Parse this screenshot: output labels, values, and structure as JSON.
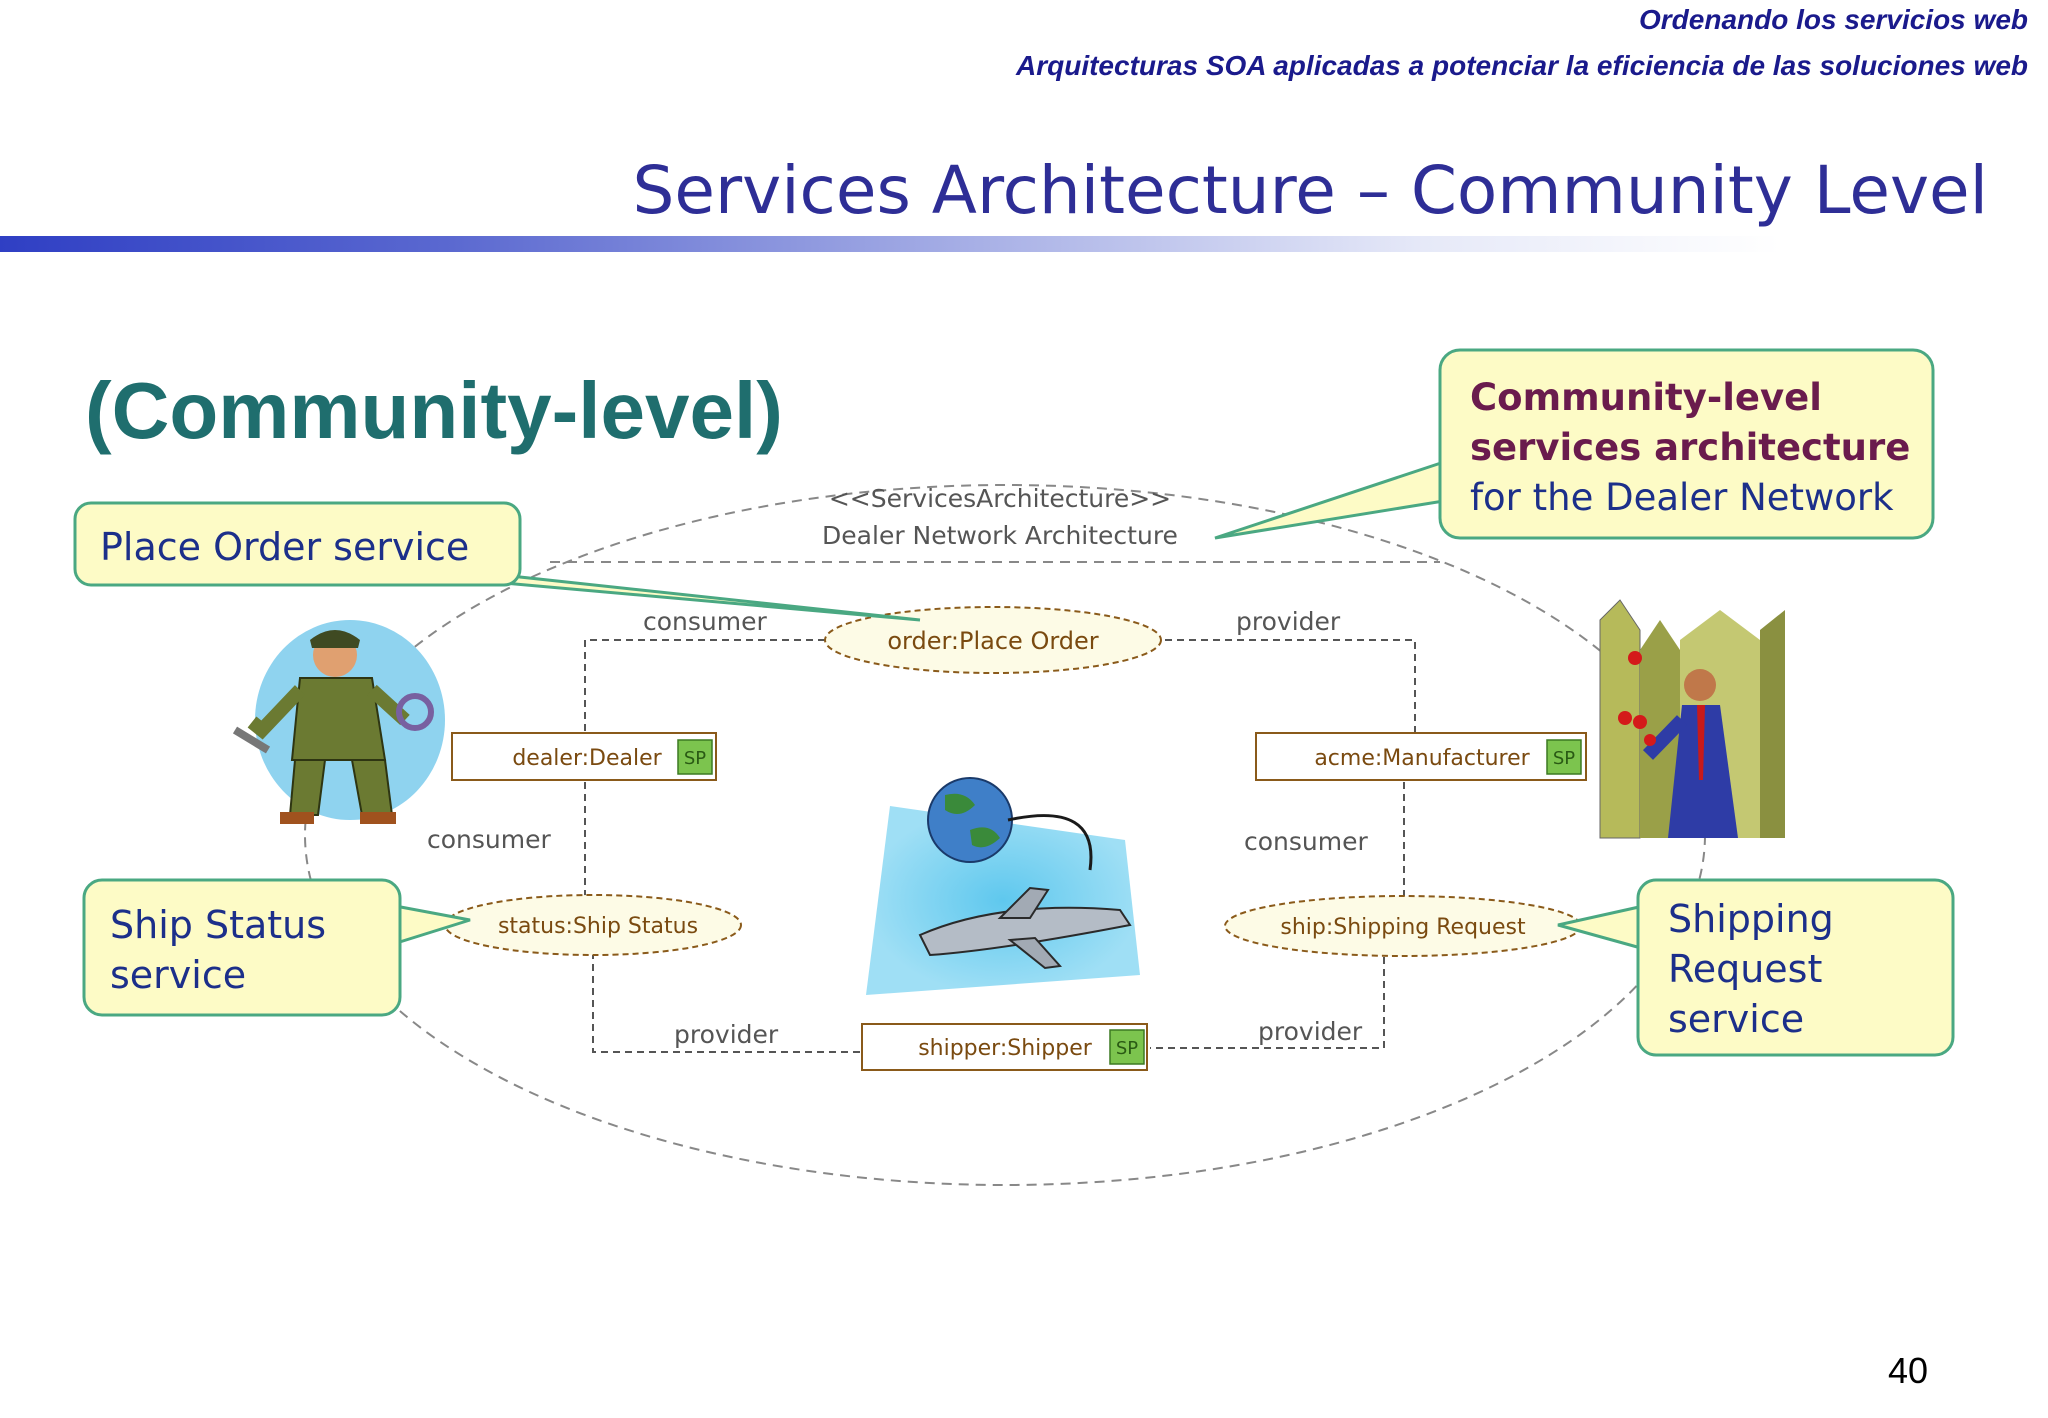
{
  "header": {
    "line1": "Ordenando los servicios web",
    "line2": "Arquitecturas SOA aplicadas a potenciar la eficiencia de las soluciones web"
  },
  "title": "Services Architecture – Community Level",
  "page_number": "40",
  "diagram": {
    "heading": "(Community-level)",
    "stereotype": "<<ServicesArchitecture>>",
    "architecture_name": "Dealer Network Architecture",
    "collaborations": {
      "order": "order:Place Order",
      "status": "status:Ship Status",
      "ship": "ship:Shipping Request"
    },
    "parts": {
      "dealer": "dealer:Dealer",
      "manufacturer": "acme:Manufacturer",
      "shipper": "shipper:Shipper",
      "badge": "SP"
    },
    "roles": {
      "order_consumer": "consumer",
      "order_provider": "provider",
      "status_consumer": "consumer",
      "status_provider": "provider",
      "ship_consumer": "consumer",
      "ship_provider": "provider"
    },
    "callouts": {
      "place_order": "Place Order service",
      "ship_status": [
        "Ship Status",
        "service"
      ],
      "shipping_request": [
        "Shipping",
        "Request",
        "service"
      ],
      "community": [
        "Community-level",
        "services architecture",
        "for the Dealer Network"
      ]
    },
    "colors": {
      "title": "#2e2e96",
      "header": "#1a1a8c",
      "heading": "#1f6e6e",
      "callout_fill": "#fdfbc6",
      "callout_stroke": "#4aa882",
      "callout_text": "#1c2f8a",
      "community_text": "#6a1b4d",
      "part_stroke": "#8a5a1a",
      "part_text": "#7a4a10",
      "badge_fill": "#7cc44e"
    }
  }
}
